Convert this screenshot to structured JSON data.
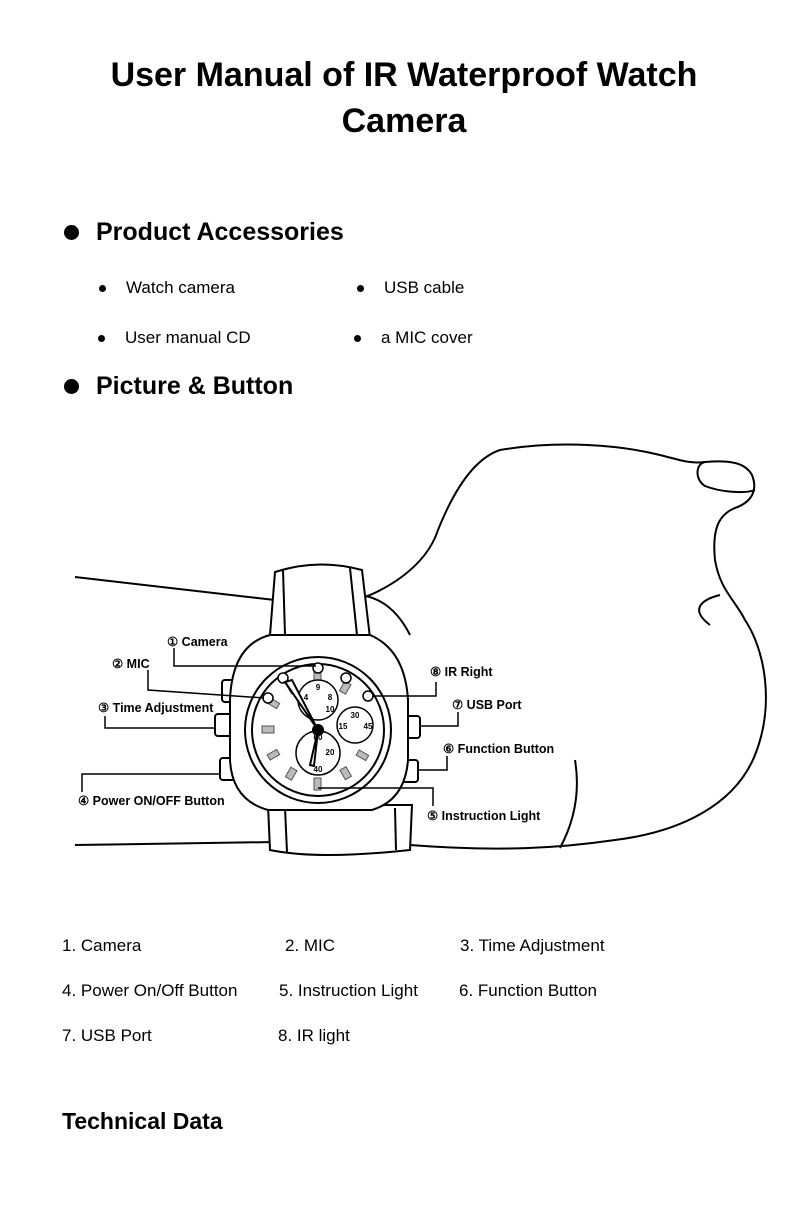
{
  "document": {
    "title_line1": "User Manual of IR Waterproof Watch",
    "title_line2": "Camera"
  },
  "accessories": {
    "heading": "Product Accessories",
    "items": [
      "Watch camera",
      "USB cable",
      "User manual CD",
      "a MIC cover"
    ]
  },
  "picture": {
    "heading": "Picture & Button",
    "callouts": {
      "c1": "① Camera",
      "c2": "② MIC",
      "c3": "③ Time Adjustment",
      "c4": "④ Power ON/OFF Button",
      "c5": "⑤ Instruction Light",
      "c6": "⑥ Function Button",
      "c7": "⑦ USB Port",
      "c8": "⑧ IR Right"
    },
    "dial_numbers": [
      "9",
      "8",
      "4",
      "10",
      "30",
      "45",
      "15",
      "20",
      "60",
      "40"
    ]
  },
  "legend": {
    "items": [
      "1. Camera",
      "2. MIC",
      "3. Time Adjustment",
      "4. Power On/Off Button",
      "5. Instruction Light",
      "6. Function Button",
      "7. USB Port",
      "8. IR light"
    ]
  },
  "technical": {
    "heading": "Technical Data"
  }
}
